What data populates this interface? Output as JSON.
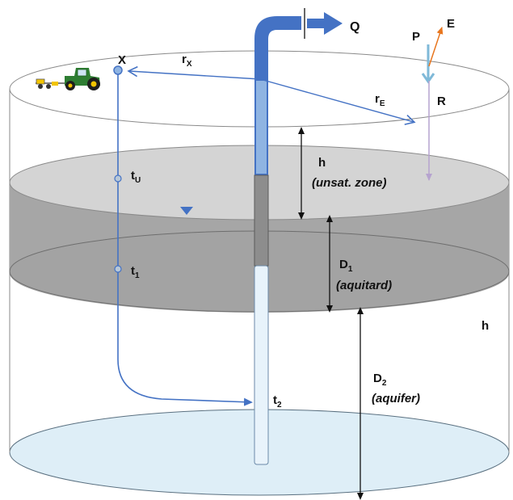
{
  "labels": {
    "Q": "Q",
    "X": "X",
    "rX": "r",
    "rX_sub": "X",
    "rE": "r",
    "rE_sub": "E",
    "P": "P",
    "E": "E",
    "R": "R",
    "h_unsat": "h",
    "unsat_zone": "(unsat. zone)",
    "D1": "D",
    "D1_sub": "1",
    "aquitard": "(aquitard)",
    "h_right": "h",
    "D2": "D",
    "D2_sub": "2",
    "aquifer": "(aquifer)",
    "tU": "t",
    "tU_sub": "U",
    "t1": "t",
    "t1_sub": "1",
    "t2": "t",
    "t2_sub": "2"
  },
  "icons": [
    "tractor-icon",
    "water-table-icon",
    "flow-arrow-icon"
  ],
  "colors": {
    "well_blue": "#4472c4",
    "screen_light": "#cfe4f4",
    "aquitard_gray": "#a6a6a6",
    "unsat_gray": "#d4d4d4",
    "aquifer_base": "#deeef7",
    "evap_arrow": "#e8761e",
    "precip_arrow": "#7fb9d8",
    "recharge_arrow": "#b6a3cf",
    "tractor_green": "#2e7d32",
    "tractor_yellow": "#f2c400"
  }
}
